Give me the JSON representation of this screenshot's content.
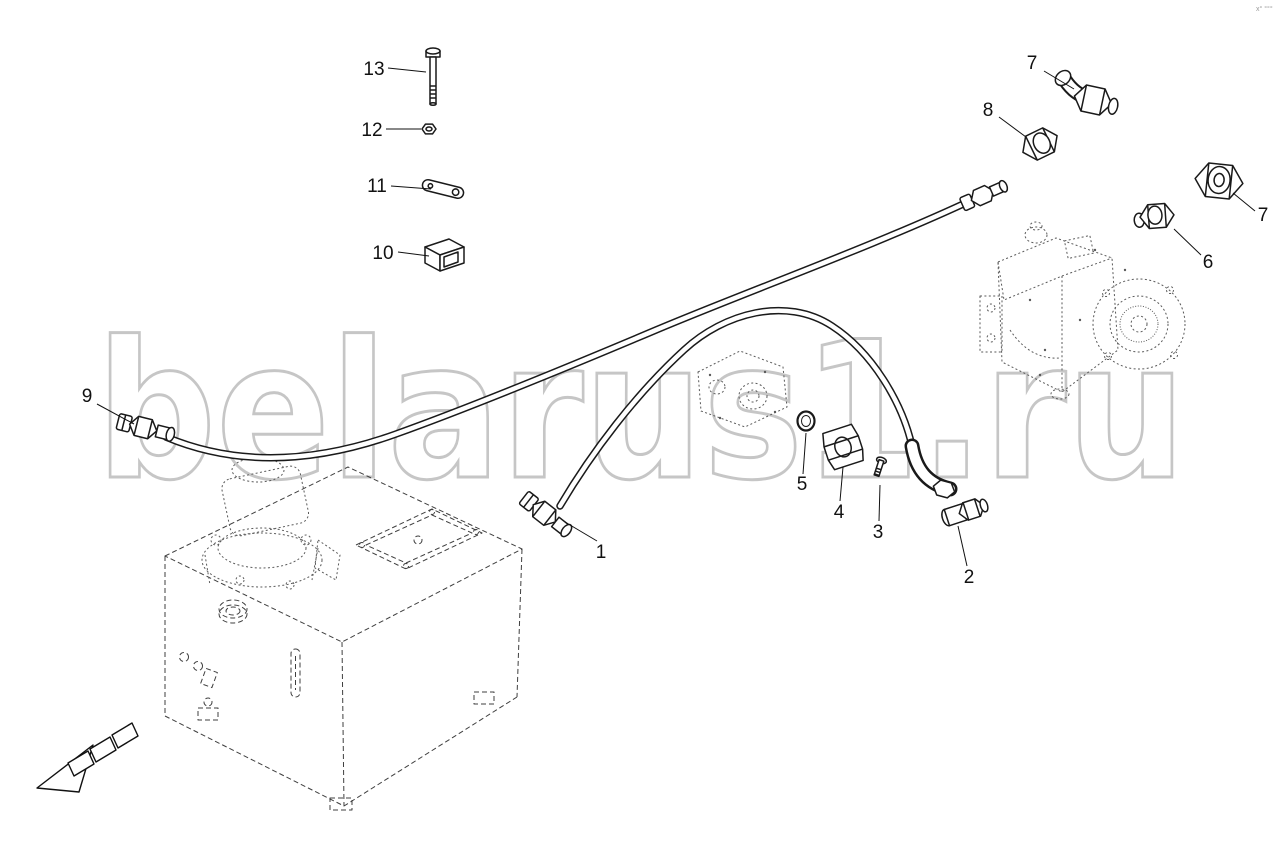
{
  "page": {
    "watermark": "belarus1.ru",
    "watermark_color": "#c6c6c6",
    "corner_mark": "х° °°°",
    "background_color": "#ffffff",
    "line_color": "#1a1a1a"
  },
  "callouts": [
    {
      "label": "13"
    },
    {
      "label": "12"
    },
    {
      "label": "11"
    },
    {
      "label": "10"
    },
    {
      "label": "9"
    },
    {
      "label": "1"
    },
    {
      "label": "5"
    },
    {
      "label": "4"
    },
    {
      "label": "3"
    },
    {
      "label": "2"
    },
    {
      "label": "8"
    },
    {
      "label": "7"
    },
    {
      "label": "7"
    },
    {
      "label": "6"
    }
  ]
}
